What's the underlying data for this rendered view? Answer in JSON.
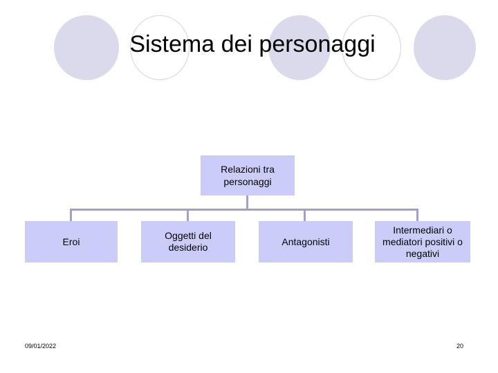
{
  "slide": {
    "title": "Sistema dei personaggi",
    "background_color": "#ffffff",
    "decoration": {
      "name": "circle-band",
      "fill_color": "#dadaec",
      "outline_color": "#d3d3e6"
    }
  },
  "diagram": {
    "type": "org-chart",
    "box_fill_color": "#ccccf8",
    "connector_color": "#a0a0c8",
    "root": {
      "label": "Relazioni tra personaggi",
      "line1": "Relazioni tra",
      "line2": "personaggi"
    },
    "children": [
      {
        "label": "Eroi"
      },
      {
        "label": "Oggetti del desiderio"
      },
      {
        "label": "Antagonisti"
      },
      {
        "label": "Intermediari o mediatori positivi o negativi"
      }
    ]
  },
  "footer": {
    "date": "09/01/2022",
    "page_number": "20"
  }
}
